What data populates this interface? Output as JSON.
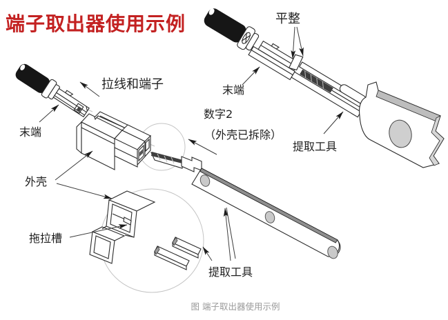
{
  "title": "端子取出器使用示例",
  "caption": "图 端子取出器使用示例",
  "labels": {
    "flat": "平整",
    "terminal_end_top": "末端",
    "number2": "数字2",
    "housing_removed": "（外壳已拆除）",
    "extraction_tool_top": "提取工具",
    "pull_wire_and_terminal": "拉线和端子",
    "terminal_end_left": "末端",
    "housing": "外壳",
    "drag_slot": "拖拉槽",
    "extraction_tool_bottom": "提取工具"
  },
  "colors": {
    "title_red": "#c32121",
    "caption_gray": "#9a9a9a",
    "line_black": "#2a2a2a",
    "wire_black": "#161616",
    "shade_dark": "#3d3d3d",
    "shade_light": "#c9c9c9"
  }
}
